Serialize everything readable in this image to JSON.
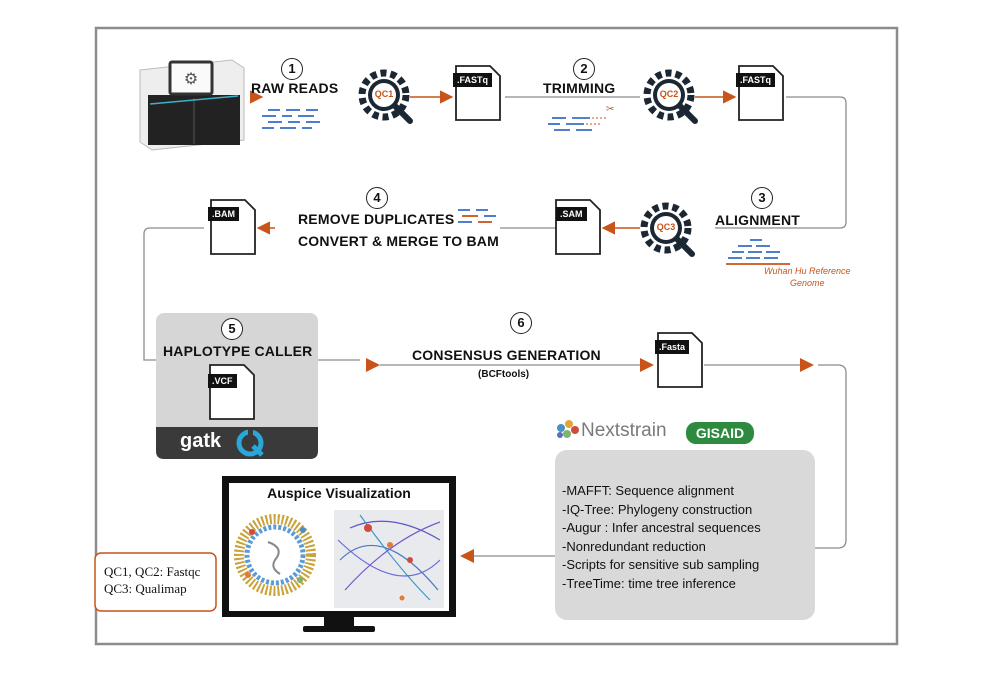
{
  "steps": {
    "s1": {
      "number": "1",
      "label": "RAW READS"
    },
    "s2": {
      "number": "2",
      "label": "TRIMMING"
    },
    "s3": {
      "number": "3",
      "label": "ALIGNMENT"
    },
    "s4": {
      "number": "4",
      "label1": "REMOVE DUPLICATES",
      "label2": "CONVERT & MERGE TO BAM"
    },
    "s5": {
      "number": "5",
      "label": "HAPLOTYPE CALLER"
    },
    "s6": {
      "number": "6",
      "label": "CONSENSUS GENERATION",
      "tool": "BCFtools"
    }
  },
  "files": {
    "fastq1": ".FASTq",
    "fastq2": ".FASTq",
    "sam": ".SAM",
    "bam": ".BAM",
    "vcf": ".VCF",
    "fasta": ".Fasta"
  },
  "qc": {
    "qc1": "QC1",
    "qc2": "QC2",
    "qc3": "QC3"
  },
  "reference": {
    "line1": "Wuhan Hu Reference",
    "line2": "Genome"
  },
  "logos": {
    "gatk": "gatk",
    "nextstrain": "Nextstrain",
    "gisaid": "GISAID"
  },
  "tools_list": [
    "-MAFFT: Sequence alignment",
    "-IQ-Tree: Phylogeny construction",
    "-Augur : Infer ancestral sequences",
    "-Nonredundant reduction",
    "-Scripts for sensitive sub sampling",
    "-TreeTime: time tree inference"
  ],
  "auspice": {
    "title": "Auspice Visualization"
  },
  "legend": {
    "line1": "QC1, QC2: Fastqc",
    "line2": "QC3: Qualimap"
  },
  "colors": {
    "arrow": "#c8541a",
    "frame": "#888888",
    "gray_box": "#d9d9d9",
    "dark_band": "#3a3a3a",
    "blue_reads": "#3b6fc9",
    "orange_text": "#c8541a"
  }
}
